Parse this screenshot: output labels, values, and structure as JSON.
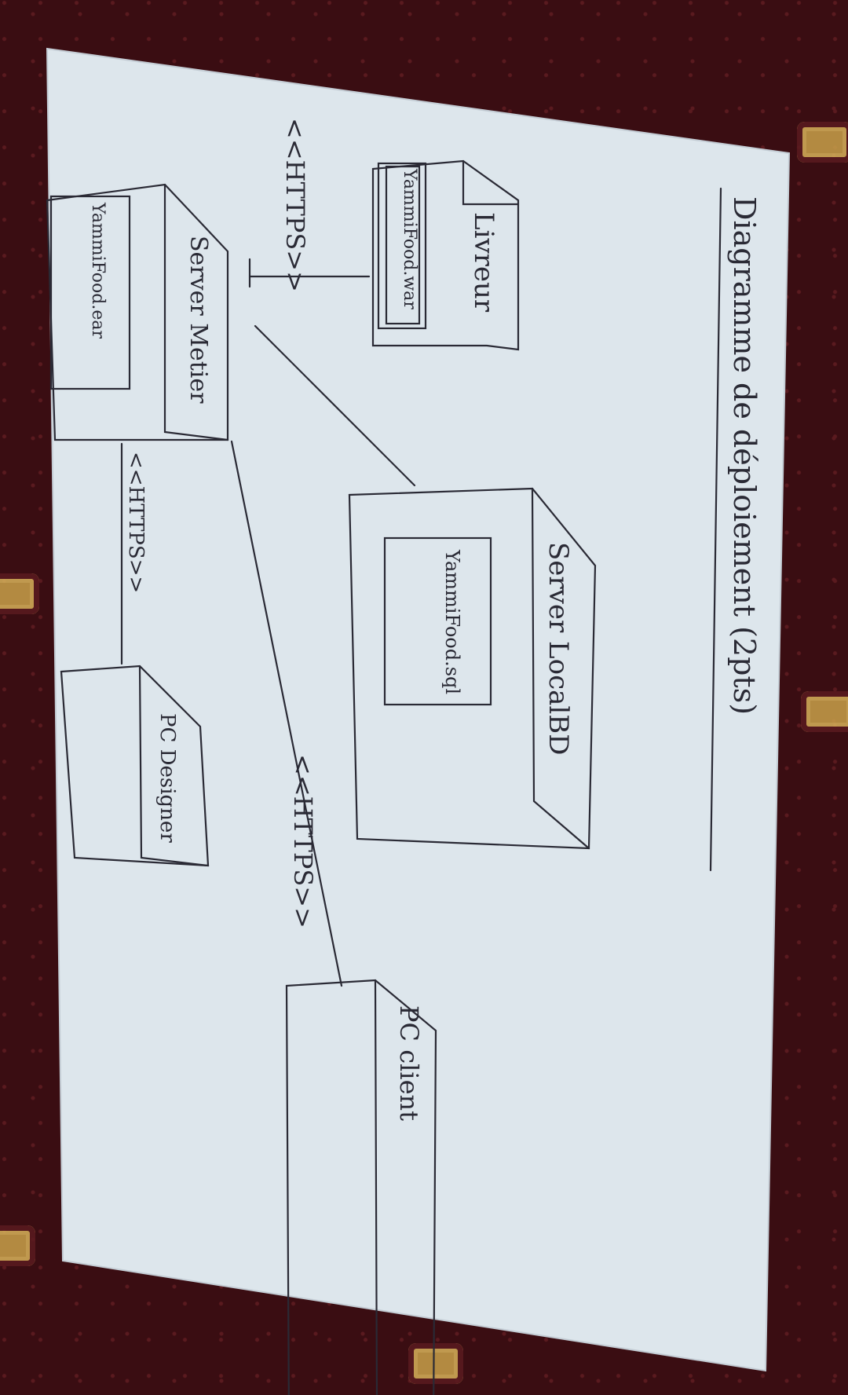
{
  "diagram": {
    "title": "Diagramme de déploiement (2pts)",
    "labels": {
      "livreur": "Livreur",
      "war_artifact": "YammiFood.war",
      "http_1": "<<HTTPS>>",
      "server_metier": "Server Metier",
      "ear_artifact": "YammiFood.ear",
      "server_bd": "Server LocalBD",
      "sql_artifact": "YammiFood.sql",
      "https_2": "<<HTTPS>>",
      "https_3": "<<HTTPS>>",
      "pc_designer": "PC Designer",
      "pc_client": "PC client"
    }
  },
  "colors": {
    "paper": "#dde6ec",
    "ink": "#2a2a35",
    "background": "#3a0d12",
    "motif": "#c9a04a"
  }
}
